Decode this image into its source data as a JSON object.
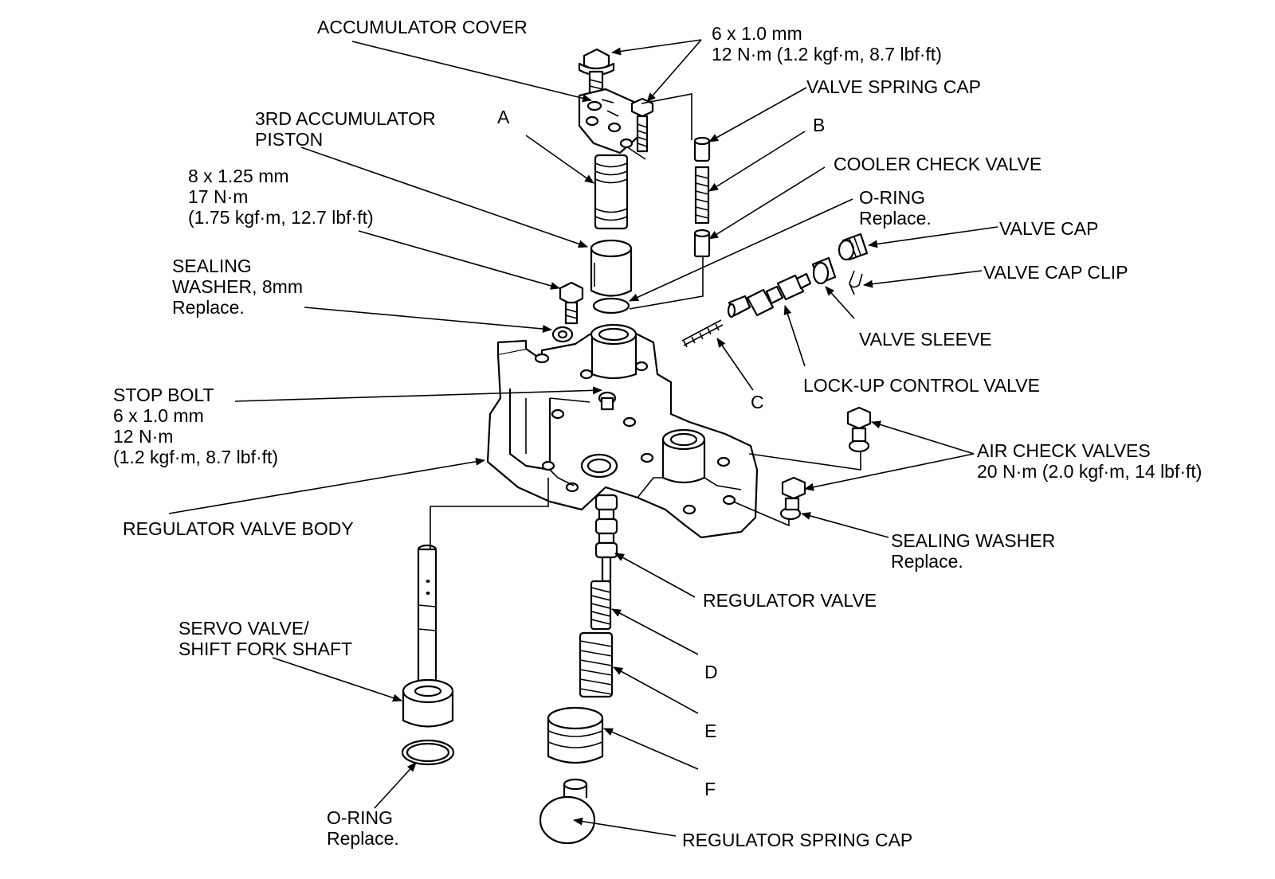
{
  "labels": {
    "accumulator_cover": "ACCUMULATOR COVER",
    "bolt_6x10_top": [
      "6 x 1.0 mm",
      "12 N·m (1.2 kgf·m, 8.7 lbf·ft)"
    ],
    "valve_spring_cap": "VALVE SPRING CAP",
    "third_accumulator_piston": [
      "3RD ACCUMULATOR",
      "PISTON"
    ],
    "letter_a": "A",
    "letter_b": "B",
    "cooler_check_valve": "COOLER CHECK VALVE",
    "o_ring_upper": [
      "O-RING",
      "Replace."
    ],
    "bolt_8x125": [
      "8 x 1.25 mm",
      "17 N·m",
      "(1.75 kgf·m, 12.7 lbf·ft)"
    ],
    "valve_cap": "VALVE CAP",
    "valve_cap_clip": "VALVE CAP CLIP",
    "sealing_washer_8mm": [
      "SEALING",
      "WASHER, 8mm",
      "Replace."
    ],
    "valve_sleeve": "VALVE SLEEVE",
    "lock_up_control_valve": "LOCK-UP CONTROL VALVE",
    "letter_c": "C",
    "stop_bolt": [
      "STOP BOLT",
      "6 x 1.0 mm",
      "12 N·m",
      "(1.2 kgf·m, 8.7 lbf·ft)"
    ],
    "air_check_valves": [
      "AIR CHECK VALVES",
      "20 N·m (2.0 kgf·m, 14 lbf·ft)"
    ],
    "regulator_valve_body": "REGULATOR VALVE BODY",
    "sealing_washer": [
      "SEALING WASHER",
      "Replace."
    ],
    "regulator_valve": "REGULATOR VALVE",
    "servo_valve": [
      "SERVO VALVE/",
      "SHIFT FORK SHAFT"
    ],
    "letter_d": "D",
    "letter_e": "E",
    "letter_f": "F",
    "o_ring_lower": [
      "O-RING",
      "Replace."
    ],
    "regulator_spring_cap": "REGULATOR SPRING CAP"
  }
}
